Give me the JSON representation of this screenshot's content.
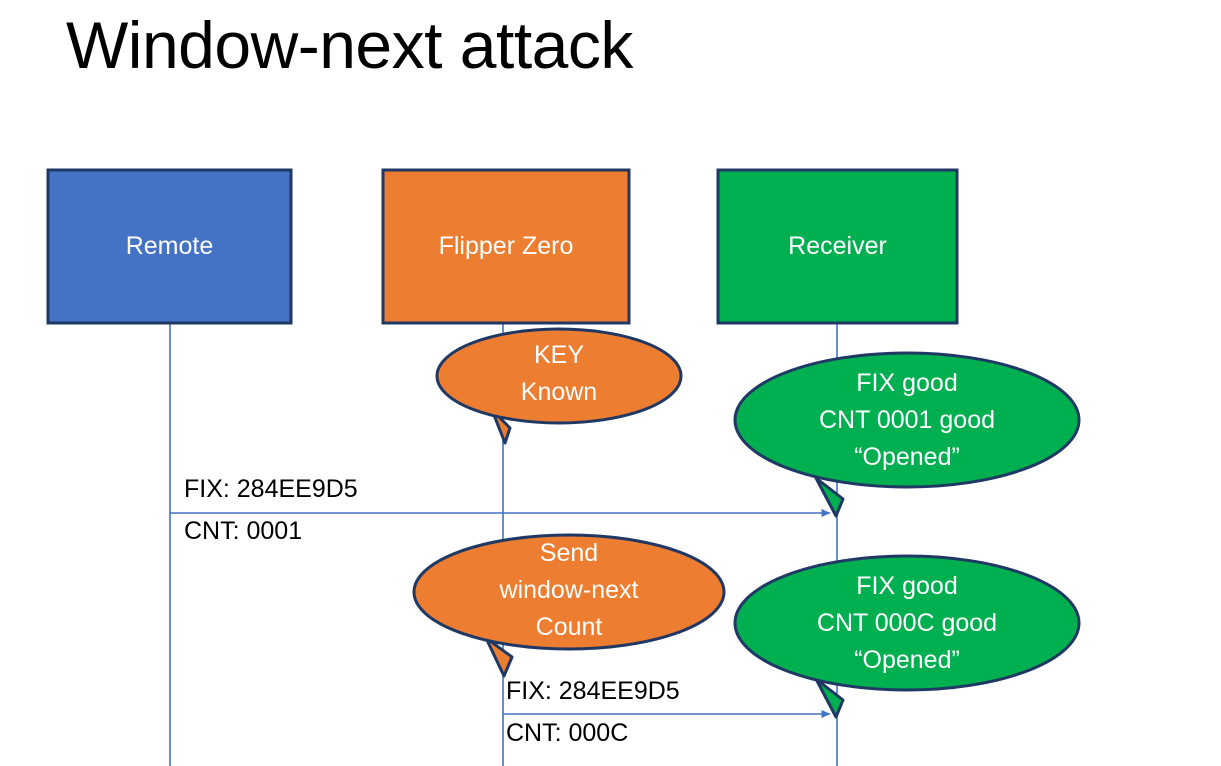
{
  "slide": {
    "title": "Window-next attack",
    "background": "#ffffff"
  },
  "colors": {
    "remote": "#4472C4",
    "flipper": "#ED7D31",
    "receiver": "#00B050",
    "outline": "#1F3864",
    "lifeline": "#4472C4",
    "arrow": "#4472C4",
    "title_text": "#000000",
    "box_text": "#ffffff"
  },
  "actors": [
    {
      "id": "remote",
      "label": "Remote",
      "color": "#4472C4"
    },
    {
      "id": "flipper",
      "label": "Flipper Zero",
      "color": "#ED7D31"
    },
    {
      "id": "receiver",
      "label": "Receiver",
      "color": "#00B050"
    }
  ],
  "bubbles": [
    {
      "id": "key-known",
      "owner": "flipper",
      "color": "#ED7D31",
      "lines": [
        "KEY",
        "Known"
      ]
    },
    {
      "id": "receiver-ok-0001",
      "owner": "receiver",
      "color": "#00B050",
      "lines": [
        "FIX good",
        "CNT 0001 good",
        "“Opened”"
      ]
    },
    {
      "id": "send-window-next",
      "owner": "flipper",
      "color": "#ED7D31",
      "lines": [
        "Send",
        "window-next",
        "Count"
      ]
    },
    {
      "id": "receiver-ok-000c",
      "owner": "receiver",
      "color": "#00B050",
      "lines": [
        "FIX good",
        "CNT 000C good",
        "“Opened”"
      ]
    }
  ],
  "messages": [
    {
      "id": "msg-remote-to-receiver",
      "from": "remote",
      "to": "receiver",
      "fix_line": "FIX: 284EE9D5",
      "cnt_line": "CNT: 0001"
    },
    {
      "id": "msg-flipper-to-receiver",
      "from": "flipper",
      "to": "receiver",
      "fix_line": "FIX: 284EE9D5",
      "cnt_line": "CNT: 000C"
    }
  ]
}
